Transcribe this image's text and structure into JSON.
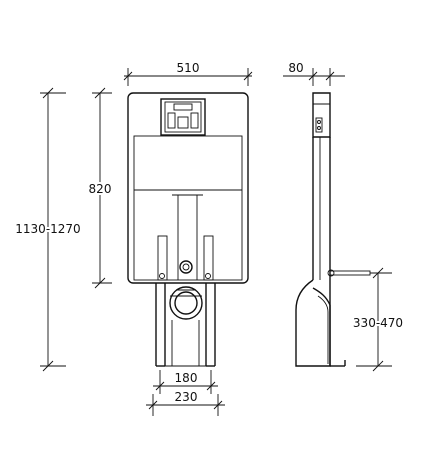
{
  "dimensions": {
    "width_front": "510",
    "depth_side": "80",
    "height_frame": "820",
    "height_total": "1130-1270",
    "height_outlet": "330-470",
    "outlet_inner": "180",
    "outlet_outer": "230"
  }
}
